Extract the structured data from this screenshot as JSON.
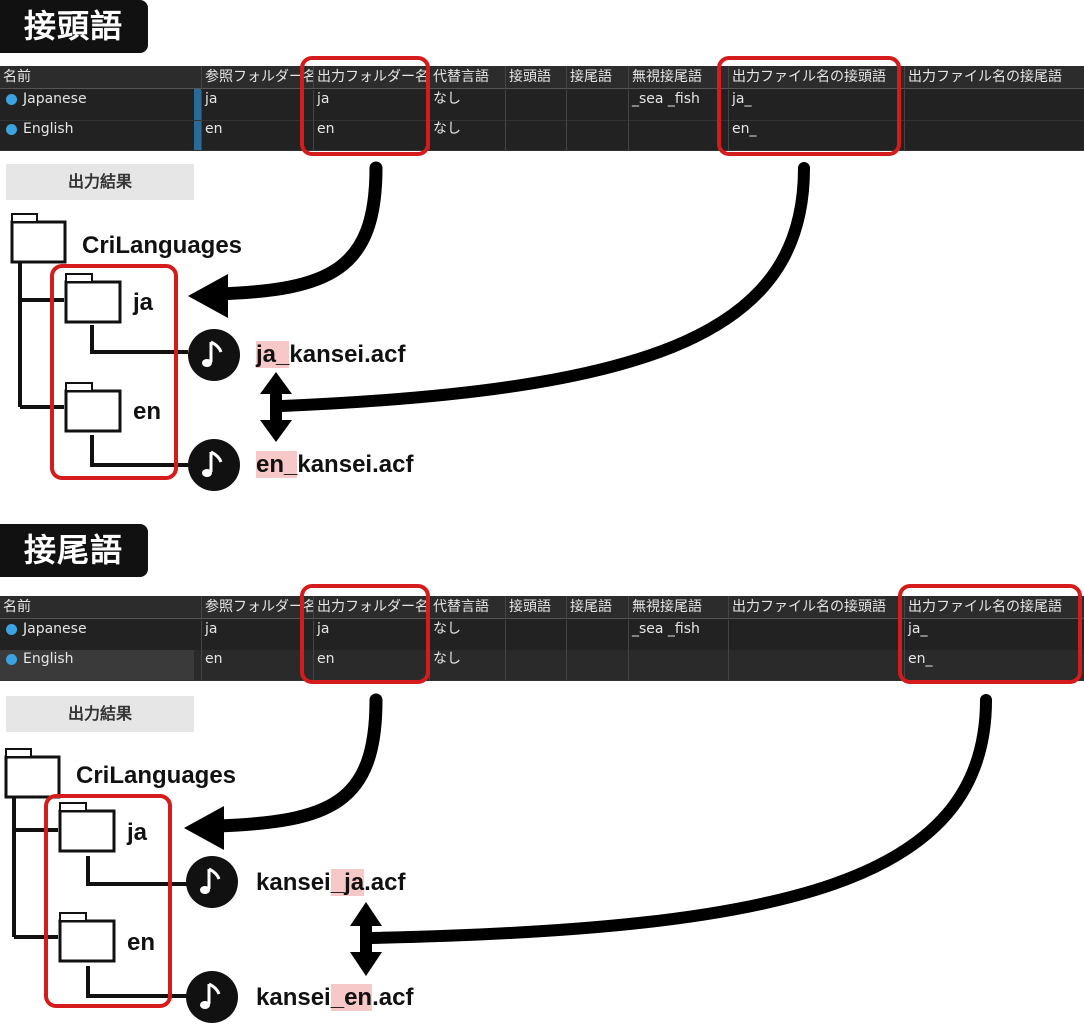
{
  "sections": [
    {
      "badge": "接頭語",
      "table": {
        "headers": [
          "名前",
          "参照フォルダー名",
          "出力フォルダー名",
          "代替言語",
          "接頭語",
          "接尾語",
          "無視接尾語",
          "出力ファイル名の接頭語",
          "出力ファイル名の接尾語"
        ],
        "rows": [
          [
            "Japanese",
            "ja",
            "ja",
            "なし",
            "",
            "",
            "_sea _fish",
            "ja_",
            ""
          ],
          [
            "English",
            "en",
            "en",
            "なし",
            "",
            "",
            "",
            "en_",
            ""
          ]
        ]
      },
      "result_label": "出力結果",
      "root": "CriLanguages",
      "folders": [
        "ja",
        "en"
      ],
      "files": [
        {
          "pre": "",
          "hl": "ja_",
          "post": "kansei.acf"
        },
        {
          "pre": "",
          "hl": "en_",
          "post": "kansei.acf"
        }
      ]
    },
    {
      "badge": "接尾語",
      "table": {
        "headers": [
          "名前",
          "参照フォルダー名",
          "出力フォルダー名",
          "代替言語",
          "接頭語",
          "接尾語",
          "無視接尾語",
          "出力ファイル名の接頭語",
          "出力ファイル名の接尾語"
        ],
        "rows": [
          [
            "Japanese",
            "ja",
            "ja",
            "なし",
            "",
            "",
            "_sea _fish",
            "",
            "ja_"
          ],
          [
            "English",
            "en",
            "en",
            "なし",
            "",
            "",
            "",
            "",
            "en_"
          ]
        ]
      },
      "result_label": "出力結果",
      "root": "CriLanguages",
      "folders": [
        "ja",
        "en"
      ],
      "files": [
        {
          "pre": "kansei",
          "hl": "_ja",
          "post": ".acf"
        },
        {
          "pre": "kansei",
          "hl": "_en",
          "post": ".acf"
        }
      ]
    }
  ],
  "colors": {
    "highlight_box": "#d41c1c",
    "table_bg": "#222222",
    "text_highlight": "#f6c8c8",
    "arrow": "#000000"
  },
  "icons": [
    "globe-icon",
    "folder-icon",
    "music-note-icon"
  ]
}
